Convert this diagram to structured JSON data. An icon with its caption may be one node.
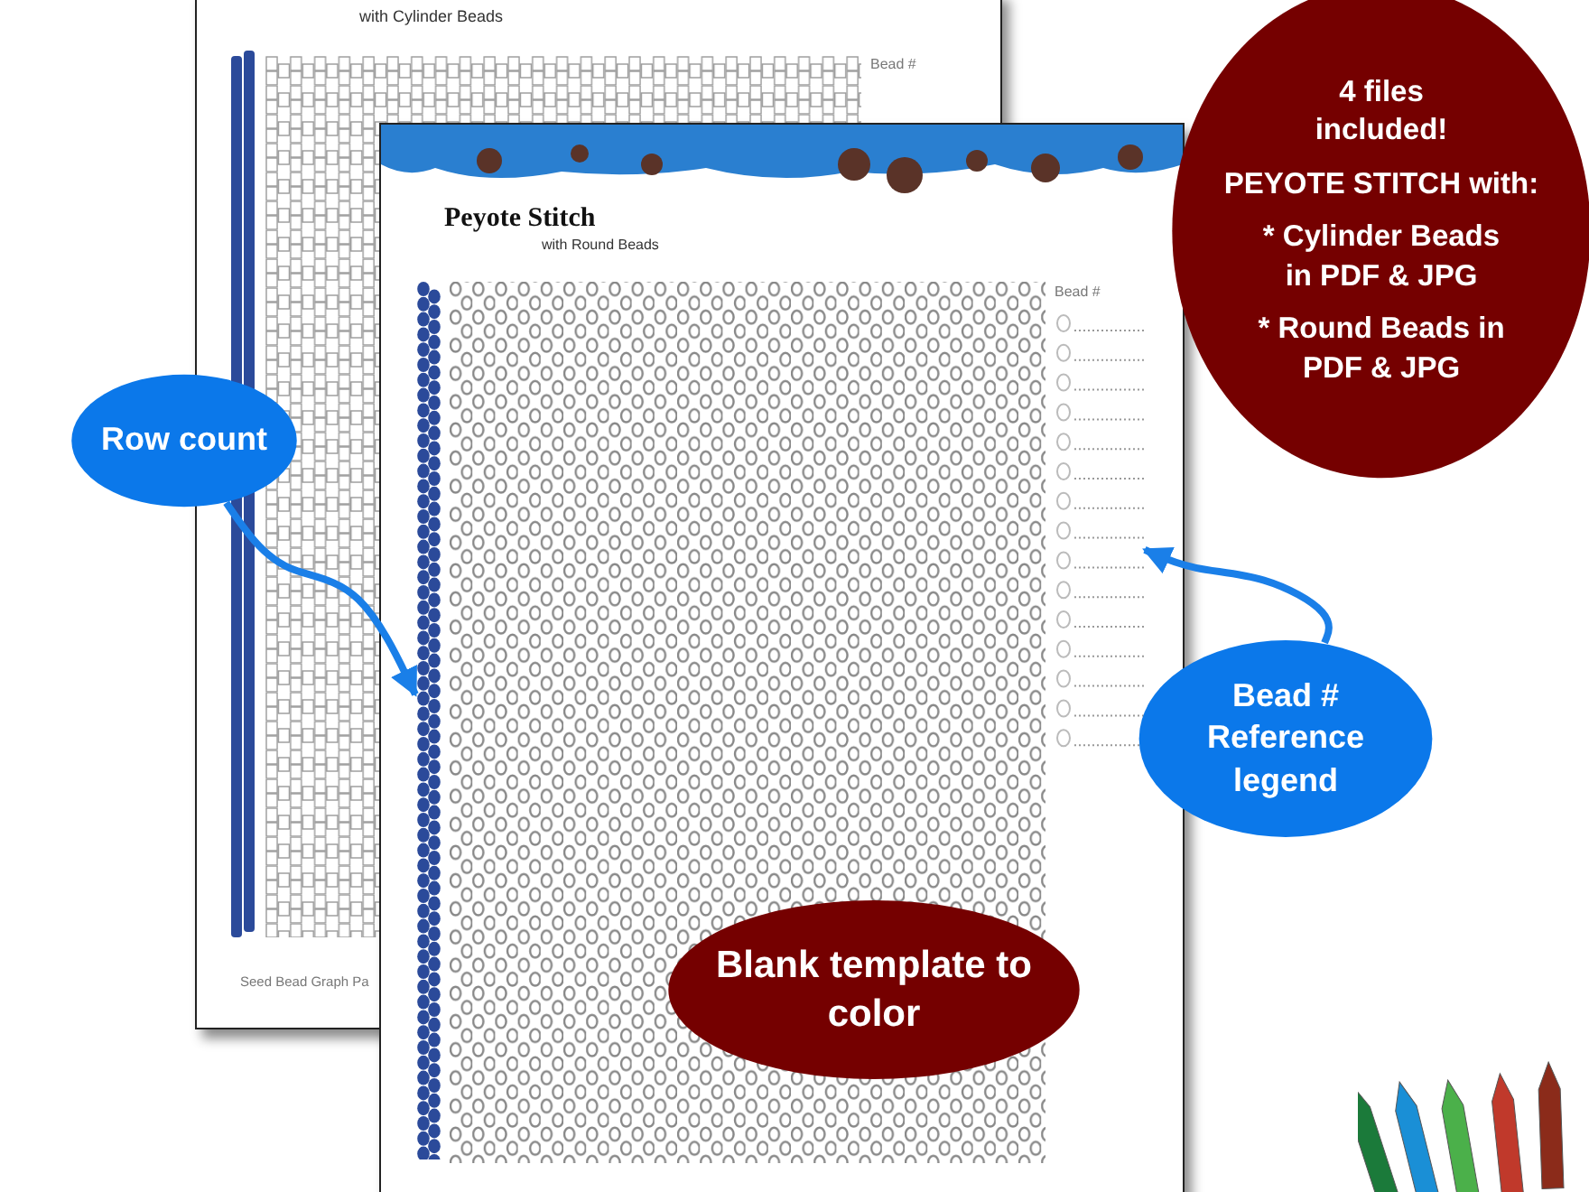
{
  "diagram": {
    "nodes": [
      {
        "text": [
          "Peyote Stitch",
          "with Round Beads",
          "Bead #"
        ]
      },
      {
        "text": [
          "Row count"
        ]
      },
      {
        "text": [
          "Bead # Reference legend"
        ]
      },
      {
        "text": [
          "Blank template to color"
        ],
        "in": 0
      },
      {
        "text": [
          "4 files included!",
          "PEYOTE STITCH with:",
          "* Cylinder Beads in PDF & JPG",
          "* Round Beads in PDF & JPG"
        ]
      },
      {
        "text": [],
        "shape": "bar",
        "in": 0
      },
      {
        "text": [],
        "shape": "box",
        "in": 0
      }
    ],
    "edges": [
      {
        "from": 1,
        "to": 5,
        "arrow": "to"
      },
      {
        "from": 2,
        "to": 6,
        "arrow": "to"
      }
    ],
    "labels": [
      "with Cylinder Beads",
      "Bead #",
      "Seed Bead Graph Pa"
    ]
  }
}
